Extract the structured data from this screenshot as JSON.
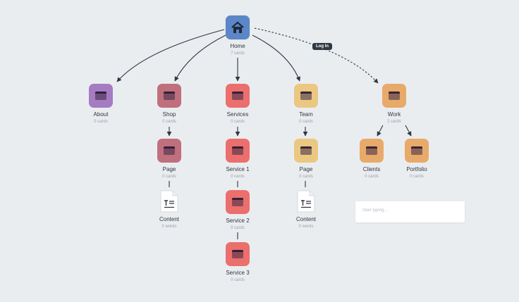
{
  "home": {
    "title": "Home",
    "sub": "7 cards",
    "color": "#5b86c7"
  },
  "about": {
    "title": "About",
    "sub": "0 cards",
    "color": "#a57bc2"
  },
  "shop": {
    "title": "Shop",
    "sub": "0 cards",
    "color": "#bf707c"
  },
  "shop_page": {
    "title": "Page",
    "sub": "0 cards",
    "color": "#bf707c"
  },
  "shop_content": {
    "title": "Content",
    "sub": "0 words"
  },
  "services": {
    "title": "Services",
    "sub": "0 cards",
    "color": "#eb6f6c"
  },
  "service1": {
    "title": "Service 1",
    "sub": "0 cards",
    "color": "#eb6f6c"
  },
  "service2": {
    "title": "Service 2",
    "sub": "0 cards",
    "color": "#eb6f6c"
  },
  "service3": {
    "title": "Service 3",
    "sub": "0 cards",
    "color": "#eb6f6c"
  },
  "team": {
    "title": "Team",
    "sub": "0 cards",
    "color": "#ebc882"
  },
  "team_page": {
    "title": "Page",
    "sub": "0 cards",
    "color": "#ebc882"
  },
  "team_content": {
    "title": "Content",
    "sub": "0 words"
  },
  "work": {
    "title": "Work",
    "sub": "2 cards",
    "color": "#e8aa6a"
  },
  "clients": {
    "title": "Clients",
    "sub": "0 cards",
    "color": "#e8aa6a"
  },
  "portfolio": {
    "title": "Portfolio",
    "sub": "0 cards",
    "color": "#e8aa6a"
  },
  "login_badge": "Log In",
  "new_card": {
    "placeholder": "Start typing..."
  },
  "icons": {
    "home": "home-icon",
    "page": "browser-window-icon",
    "document": "text-document-icon"
  }
}
